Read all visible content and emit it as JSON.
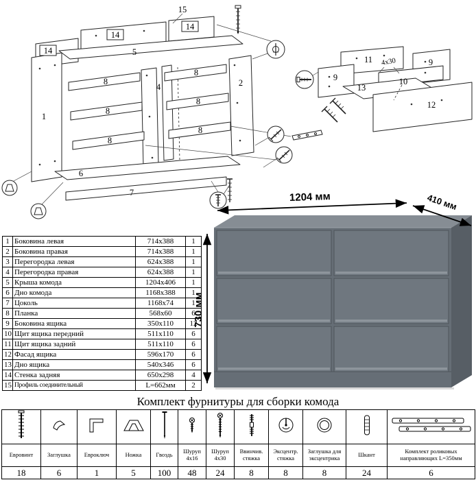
{
  "assembly": {
    "labels": {
      "p15": "15",
      "p14a": "14",
      "p14b": "14",
      "p14c": "14",
      "p5": "5",
      "p1": "1",
      "p4": "4",
      "p8a": "8",
      "p8b": "8",
      "p8c": "8",
      "p8d": "8",
      "p8e": "8",
      "p8f": "8",
      "p2": "2",
      "p6": "6",
      "p7": "7",
      "p11": "11",
      "p9a": "9",
      "p9b": "9",
      "p13": "13",
      "p10": "10",
      "p12": "12",
      "screw_size": "4х30"
    }
  },
  "dimensions": {
    "width": "1204 мм",
    "depth": "410 мм",
    "height": "730 мм"
  },
  "parts_table": {
    "rows": [
      {
        "num": "1",
        "name": "Боковина левая",
        "size": "714x388",
        "qty": "1"
      },
      {
        "num": "2",
        "name": "Боковина правая",
        "size": "714x388",
        "qty": "1"
      },
      {
        "num": "3",
        "name": "Перегородка левая",
        "size": "624x388",
        "qty": "1"
      },
      {
        "num": "4",
        "name": "Перегородка правая",
        "size": "624x388",
        "qty": "1"
      },
      {
        "num": "5",
        "name": "Крыша комода",
        "size": "1204x406",
        "qty": "1"
      },
      {
        "num": "6",
        "name": "Дно комода",
        "size": "1168x388",
        "qty": "1"
      },
      {
        "num": "7",
        "name": "Цоколь",
        "size": "1168x74",
        "qty": "1"
      },
      {
        "num": "8",
        "name": "Планка",
        "size": "568x60",
        "qty": "6"
      },
      {
        "num": "9",
        "name": "Боковина ящика",
        "size": "350x110",
        "qty": "12"
      },
      {
        "num": "10",
        "name": "Щит ящика передний",
        "size": "511x110",
        "qty": "6"
      },
      {
        "num": "11",
        "name": "Щит ящика задний",
        "size": "511x110",
        "qty": "6"
      },
      {
        "num": "12",
        "name": "Фасад ящика",
        "size": "596x170",
        "qty": "6"
      },
      {
        "num": "13",
        "name": "Дно ящика",
        "size": "540x346",
        "qty": "6"
      },
      {
        "num": "14",
        "name": "Стенка задняя",
        "size": "650x298",
        "qty": "4"
      },
      {
        "num": "15",
        "name": "Профиль соединительный",
        "size": "L=662мм",
        "qty": "2"
      }
    ]
  },
  "hardware": {
    "title": "Комплект фурнитуры для сборки комода",
    "items": [
      {
        "icon": "euro-screw",
        "name": "Евровинт",
        "qty": "18"
      },
      {
        "icon": "plug",
        "name": "Заглушка",
        "qty": "6"
      },
      {
        "icon": "hex-key",
        "name": "Евроключ",
        "qty": "1"
      },
      {
        "icon": "foot",
        "name": "Ножка",
        "qty": "5"
      },
      {
        "icon": "nail",
        "name": "Гвоздь",
        "qty": "100"
      },
      {
        "icon": "screw-4x16",
        "name": "Шуруп 4х16",
        "qty": "48"
      },
      {
        "icon": "screw-4x30",
        "name": "Шуруп 4х30",
        "qty": "24"
      },
      {
        "icon": "screw-in-tie",
        "name": "Ввинчив. стяжка",
        "qty": "8"
      },
      {
        "icon": "cam-lock",
        "name": "Эксцентр. стяжка",
        "qty": "8"
      },
      {
        "icon": "cam-cap",
        "name": "Заглушка для эксцентрика",
        "qty": "8"
      },
      {
        "icon": "dowel",
        "name": "Шкант",
        "qty": "24"
      },
      {
        "icon": "roller-guides",
        "name": "Комплект роликовых направляющих L=350мм",
        "qty": "6"
      }
    ]
  }
}
